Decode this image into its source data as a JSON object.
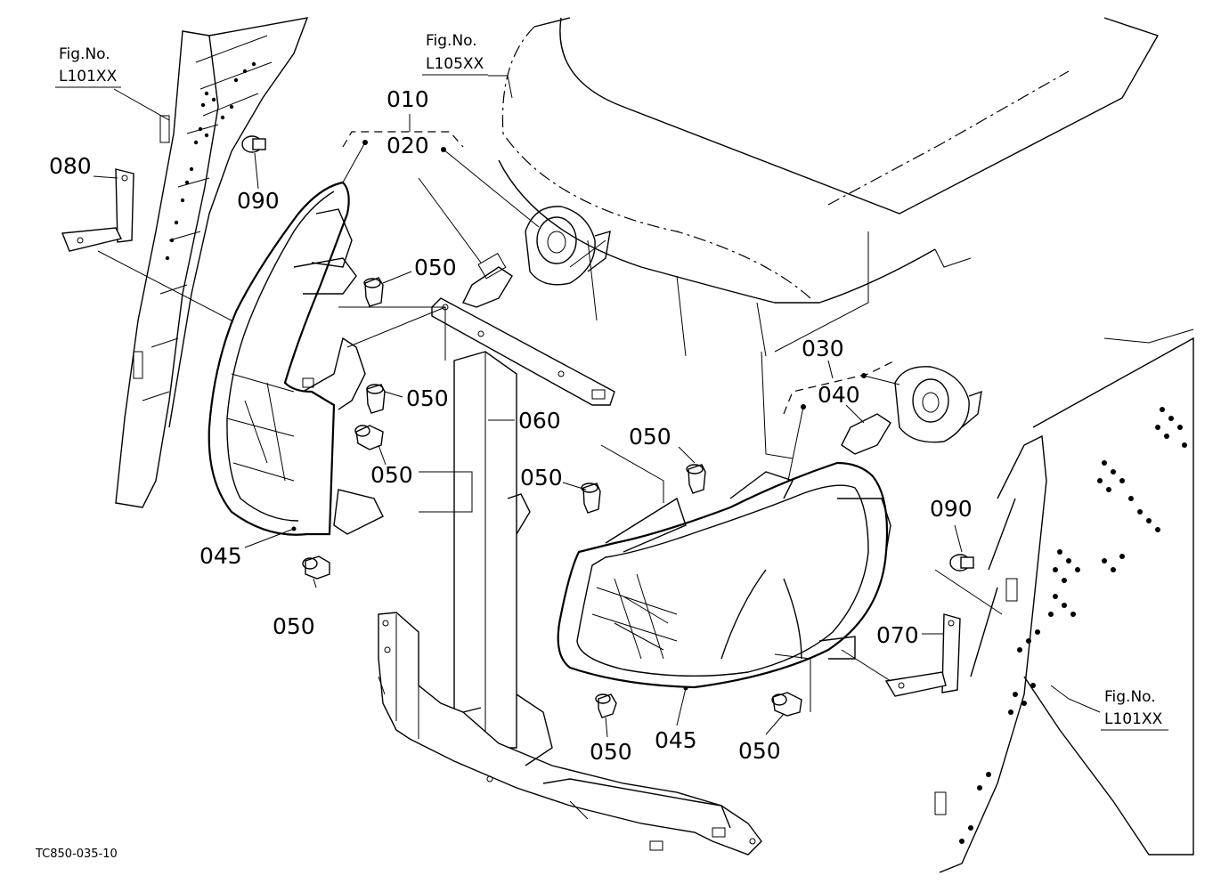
{
  "fig_refs": [
    {
      "line1": "Fig.No.",
      "line2": "L101XX"
    },
    {
      "line1": "Fig.No.",
      "line2": "L105XX"
    },
    {
      "line1": "Fig.No.",
      "line2": "L101XX"
    }
  ],
  "callouts": {
    "c010": "010",
    "c020": "020",
    "c030": "030",
    "c040": "040",
    "c045_left": "045",
    "c045_right": "045",
    "c050_a": "050",
    "c050_b": "050",
    "c050_c": "050",
    "c050_d": "050",
    "c050_e": "050",
    "c050_f": "050",
    "c050_g": "050",
    "c050_h": "050",
    "c060": "060",
    "c070": "070",
    "c080": "080",
    "c090_left": "090",
    "c090_right": "090"
  },
  "diagram_code": "TC850-035-10"
}
